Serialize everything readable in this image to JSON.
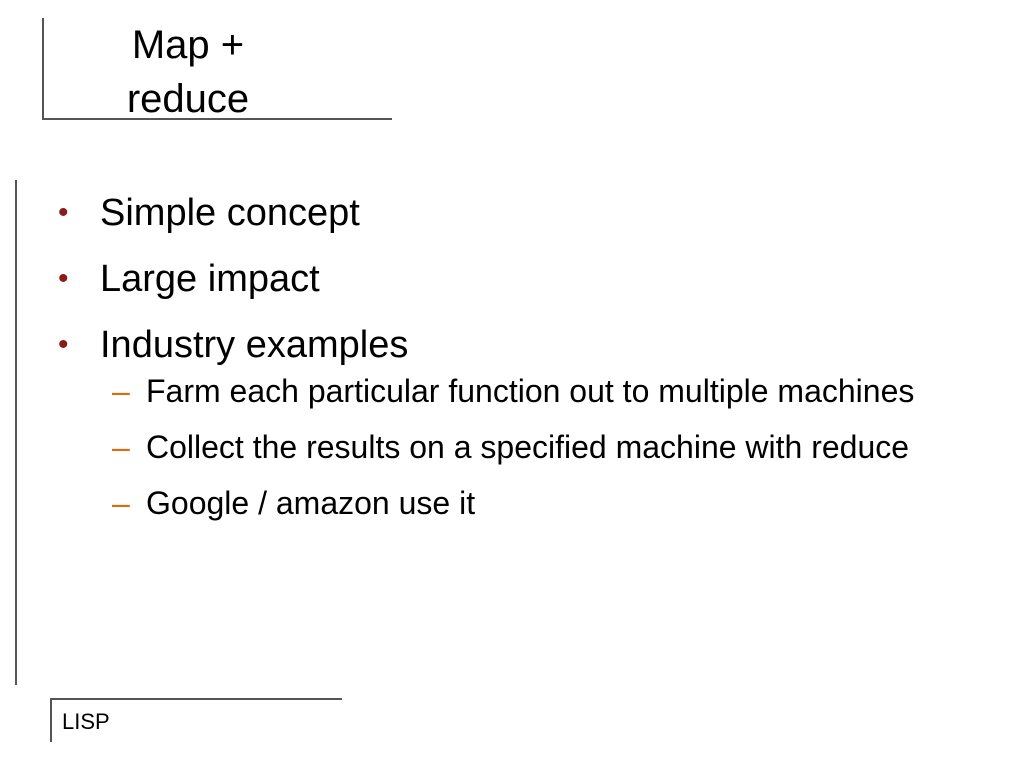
{
  "slide": {
    "title_lines": [
      "Map +",
      "reduce"
    ],
    "bullets": [
      {
        "text": "Simple concept"
      },
      {
        "text": "Large impact"
      },
      {
        "text": "Industry examples",
        "sub": [
          {
            "text": "Farm each particular function out to multiple machines"
          },
          {
            "text": "Collect the results on a specified machine with reduce"
          },
          {
            "text": "Google / amazon use it"
          }
        ]
      }
    ],
    "bullet_symbol": "•",
    "sub_bullet_symbol": "–",
    "footer": "LISP"
  },
  "colors": {
    "bullet": "#8b1a1a",
    "sub_bullet": "#e06a10",
    "text": "#000000",
    "frame_lines": "#555555"
  }
}
